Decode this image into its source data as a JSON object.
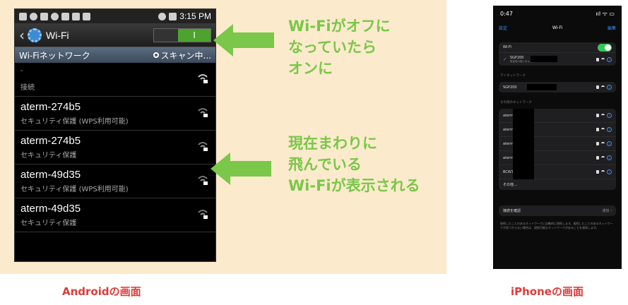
{
  "android": {
    "status_time": "3:15 PM",
    "title": "Wi-Fi",
    "toggle_label": "I",
    "section_label": "Wi-Fiネットワーク",
    "scan_label": "スキャン中...",
    "connected_network": {
      "name": "-",
      "status": "接続"
    },
    "networks": [
      {
        "name": "aterm-274b5",
        "security": "セキュリティ保護 (WPS利用可能)"
      },
      {
        "name": "aterm-274b5",
        "security": "セキュリティ保護"
      },
      {
        "name": "aterm-49d35",
        "security": "セキュリティ保護 (WPS利用可能)"
      },
      {
        "name": "aterm-49d35",
        "security": "セキュリティ保護"
      }
    ],
    "caption": "Androidの画面"
  },
  "callouts": {
    "top": [
      "Wi-Fiがオフに",
      "なっていたら",
      "オンに"
    ],
    "bottom": [
      "現在まわりに",
      "飛んでいる",
      "Wi-Fiが表示される"
    ]
  },
  "iphone": {
    "status_time": "0:47",
    "status_right": "ııl ᯤ ▭",
    "nav_back": "設定",
    "nav_title": "Wi-Fi",
    "nav_edit": "編集",
    "wifi_label": "Wi-Fi",
    "connected_name": "SGP200",
    "connected_sub": "安全性の低いセキュリティ",
    "my_networks_label": "マイネットワーク",
    "my_network_name": "SGP200",
    "other_networks_label": "その他のネットワーク",
    "other_networks": [
      "aterm-",
      "aterm-",
      "aterm-",
      "aterm-",
      "BCW7"
    ],
    "other_row": "その他...",
    "ask_join_label": "接続を確認",
    "ask_join_value": "通知 ›",
    "footnote": "接続したことのあるネットワークに自動的に接続します。接続したことのあるネットワークが見つからない場合は、接続可能なネットワークがあることを通知します。",
    "caption": "iPhoneの画面"
  },
  "colors": {
    "callout": "#7ac74a",
    "caption": "#e03a3a",
    "arrow": "#7ac74a",
    "panel": "#fbeacb"
  }
}
